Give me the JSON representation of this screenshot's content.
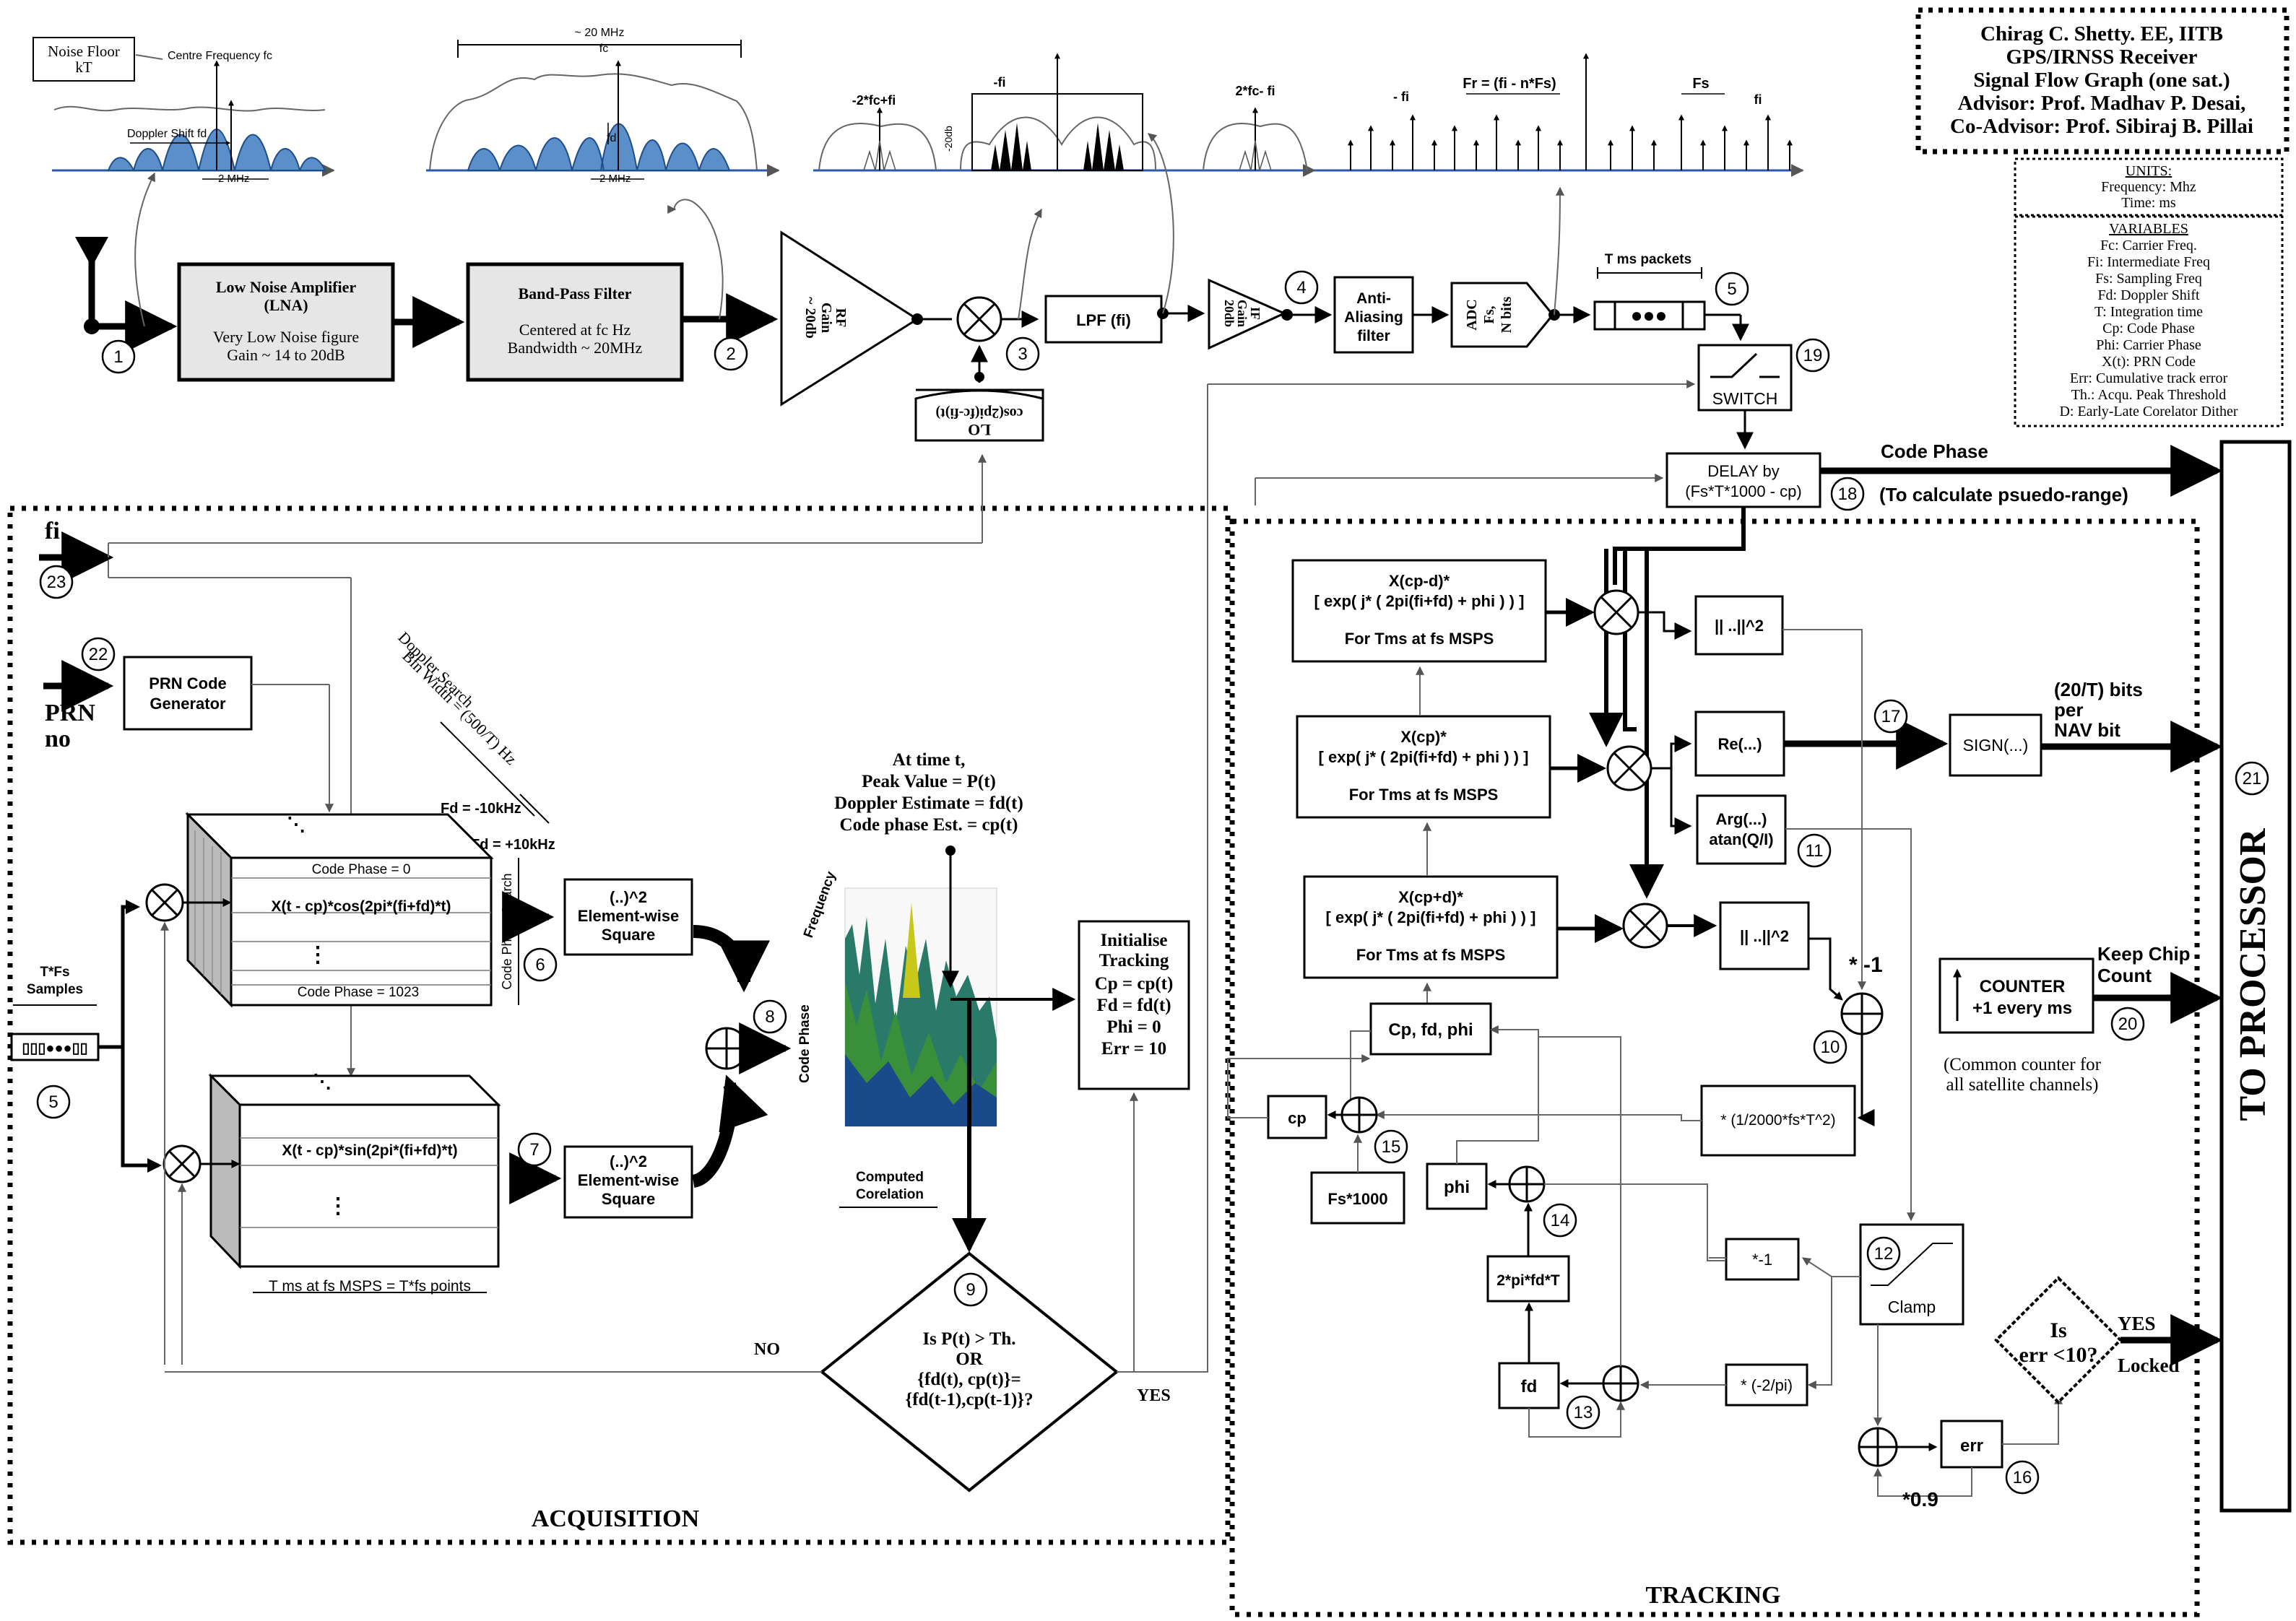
{
  "header": {
    "lines": [
      "Chirag C. Shetty. EE, IITB",
      "GPS/IRNSS Receiver",
      "Signal Flow Graph (one sat.)",
      "Advisor: Prof. Madhav P. Desai,",
      "Co-Advisor: Prof. Sibiraj B. Pillai"
    ]
  },
  "units": {
    "title": "UNITS:",
    "lines": [
      "Frequency: Mhz",
      "Time: ms"
    ]
  },
  "variables": {
    "title": "VARIABLES",
    "lines": [
      "Fc: Carrier Freq.",
      "Fi: Intermediate Freq",
      "Fs: Sampling Freq",
      "Fd: Doppler Shift",
      "T: Integration time",
      "Cp: Code Phase",
      "Phi: Carrier Phase",
      "X(t): PRN Code",
      "Err: Cumulative track error",
      "Th.: Acqu. Peak Threshold",
      "D: Early-Late Corelator Dither"
    ]
  },
  "spectra": {
    "noise_floor": [
      "Noise Floor",
      "kT"
    ],
    "centre_freq": "Centre Frequency fc",
    "doppler": "Doppler Shift fd",
    "two_mhz": "2 MHz",
    "two_mhz_b": "2 MHz",
    "twenty_mhz": "~ 20 MHz",
    "fc": "fc",
    "fd": "fd",
    "minus_2fc_fi": "-2*fc+fi",
    "minus_fi": "-fi",
    "minus_20db": "-20db",
    "two_fc_minus_fi": "2*fc- fi",
    "neg_fi": "- fi",
    "fr": "Fr = (fi - n*Fs)",
    "fs": "Fs",
    "fi": "fi"
  },
  "chain": {
    "lna_title": "Low Noise Amplifier",
    "lna_sub": "(LNA)",
    "lna_l1": "Very Low Noise figure",
    "lna_l2": "Gain ~ 14 to 20dB",
    "bpf_title": "Band-Pass Filter",
    "bpf_l1": "Centered at fc Hz",
    "bpf_l2": "Bandwidth ~ 20MHz",
    "rf_gain": [
      "RF",
      "Gain",
      "~ 20db"
    ],
    "lo": [
      "LO",
      "cos(2pi(fc-fi)t)"
    ],
    "lpf": "LPF (fi)",
    "if_gain": [
      "IF",
      "Gain",
      "20db"
    ],
    "anti": [
      "Anti-",
      "Aliasing",
      "filter"
    ],
    "adc": [
      "ADC",
      "Fs,",
      "N bits"
    ],
    "packets": "T ms packets",
    "switch": "SWITCH",
    "delay": [
      "DELAY by",
      "(Fs*T*1000 - cp)"
    ],
    "code_phase": "Code Phase",
    "pseudo": "(To calculate psuedo-range)"
  },
  "acq": {
    "fi": "fi",
    "prn": [
      "PRN",
      "no"
    ],
    "prn_gen": [
      "PRN Code",
      "Generator"
    ],
    "doppler_search": [
      "Doppler  Search",
      "Bin Width = (500/T) Hz"
    ],
    "fd_neg": "Fd = -10kHz",
    "fd_pos": "Fd = +10kHz",
    "cp0": "Code Phase = 0",
    "cp1023": "Code Phase = 1023",
    "cos_row": "X(t - cp)*cos(2pi*(fi+fd)*t)",
    "sin_row": "X(t - cp)*sin(2pi*(fi+fd)*t)",
    "cp_search": "Code Phase Search",
    "tfs": [
      "T*Fs",
      "Samples"
    ],
    "tms": "T ms at fs MSPS = T*fs points",
    "sq": [
      "(..)^2",
      "Element-wise",
      "Square"
    ],
    "peak": [
      "At time t,",
      "Peak Value = P(t)",
      "Doppler Estimate = fd(t)",
      "Code phase Est.  = cp(t)"
    ],
    "frequency": "Frequency",
    "code_phase": "Code Phase",
    "computed": [
      "Computed",
      "Corelation"
    ],
    "decision": [
      "Is P(t) > Th.",
      "OR",
      "{fd(t), cp(t)}=",
      "{fd(t-1),cp(t-1)}?"
    ],
    "no": "NO",
    "yes": "YES",
    "init": [
      "Initialise",
      "Tracking",
      "Cp = cp(t)",
      "Fd = fd(t)",
      "Phi = 0",
      "Err = 10"
    ],
    "label": "ACQUISITION"
  },
  "track": {
    "early": [
      "X(cp-d)*",
      "[ exp( j* ( 2pi(fi+fd) + phi ) ) ]",
      "For Tms at fs MSPS"
    ],
    "prompt": [
      "X(cp)*",
      "[ exp( j* ( 2pi(fi+fd) + phi ) ) ]",
      "For Tms at fs MSPS"
    ],
    "late": [
      "X(cp+d)*",
      "[ exp( j* ( 2pi(fi+fd) + phi ) ) ]",
      "For Tms at fs MSPS"
    ],
    "norm": "|| ..||^2",
    "norm2": "|| ..||^2",
    "re": "Re(...)",
    "arg": [
      "Arg(...)",
      "atan(Q/I)"
    ],
    "sign": "SIGN(...)",
    "bits": [
      "(20/T) bits",
      "per",
      "NAV bit"
    ],
    "minus1": "* -1",
    "scale": "* (1/2000*fs*T^2)",
    "cpfdphi": "Cp, fd, phi",
    "cp": "cp",
    "fs1000": "Fs*1000",
    "phi": "phi",
    "twopi": "2*pi*fd*T",
    "fd": "fd",
    "neg1": "*-1",
    "neg2pi": "* (-2/pi)",
    "clamp": "Clamp",
    "err": "err",
    "point9": "*0.9",
    "is_err": [
      "Is",
      "err <10?"
    ],
    "yes": "YES",
    "locked": "Locked",
    "counter": [
      "COUNTER",
      "+1 every ms"
    ],
    "keep": [
      "Keep Chip",
      "Count"
    ],
    "common": [
      "(Common counter for",
      "all satellite channels)"
    ],
    "label": "TRACKING",
    "processor": "TO PROCESSOR"
  },
  "numbers": [
    "1",
    "2",
    "3",
    "4",
    "5",
    "19",
    "18",
    "23",
    "22",
    "6",
    "7",
    "8",
    "9",
    "5",
    "17",
    "11",
    "10",
    "15",
    "14",
    "12",
    "13",
    "16",
    "20",
    "21"
  ]
}
